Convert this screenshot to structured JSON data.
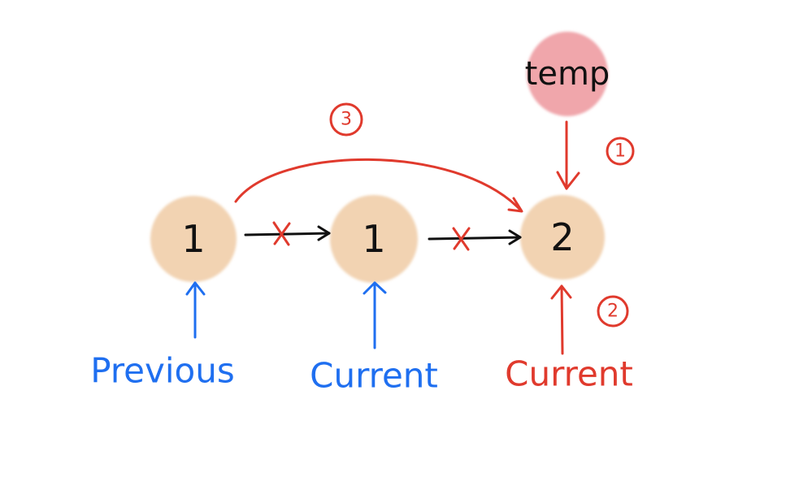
{
  "colors": {
    "node_fill": "#f2d3b2",
    "temp_fill": "#f0a6ab",
    "black": "#111111",
    "red": "#e03a2d",
    "blue": "#1f6ff0"
  },
  "nodes": [
    {
      "value": "1"
    },
    {
      "value": "1"
    },
    {
      "value": "2"
    }
  ],
  "temp": {
    "label": "temp"
  },
  "pointers": {
    "previous": "Previous",
    "current_old": "Current",
    "current_new": "Current"
  },
  "steps": {
    "one": "1",
    "two": "2",
    "three": "3"
  },
  "icons": {
    "node_blob": "circle",
    "link_arrow": "right-arrow",
    "broken_link": "x-mark",
    "pointer_arrow": "up-arrow",
    "step_badge": "circled-number"
  }
}
